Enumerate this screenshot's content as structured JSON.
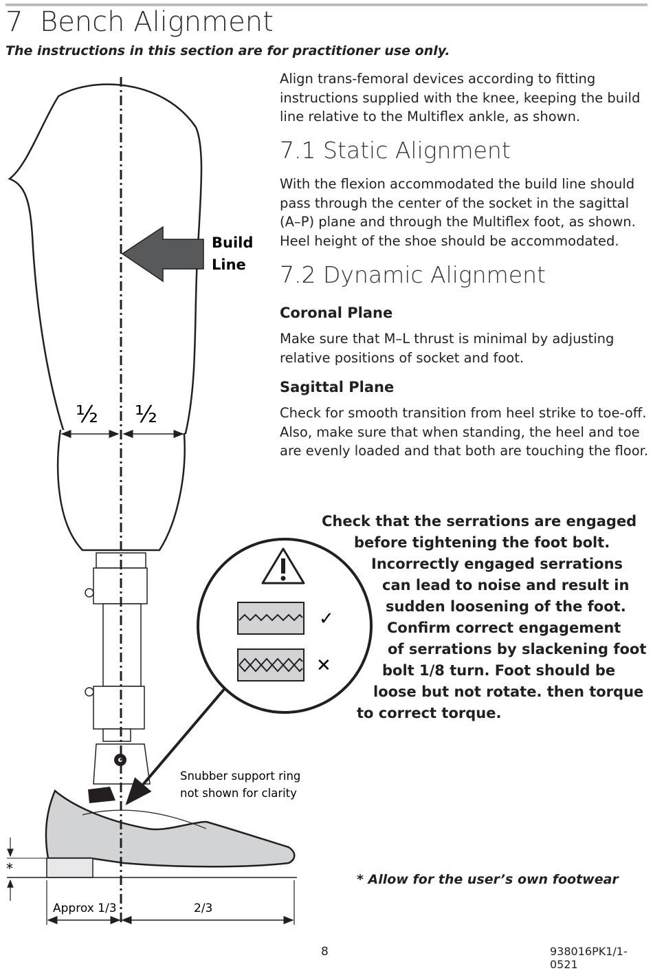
{
  "header": {
    "section_number": "7",
    "section_title": "Bench Alignment",
    "subtitle": "The instructions in this section are for practitioner use only."
  },
  "intro": "Align trans-femoral devices according to fitting instructions supplied with the knee, keeping the build line relative to the Multiflex ankle, as shown.",
  "static_alignment": {
    "number": "7.1",
    "title": "Static Alignment",
    "body": "With the flexion accommodated the build line should pass through the center of the socket in the sagittal (A–P) plane and through the Multiflex foot, as shown. Heel height of the shoe should be accommodated."
  },
  "dynamic_alignment": {
    "number": "7.2",
    "title": "Dynamic Alignment",
    "coronal_heading": "Coronal Plane",
    "coronal_body": "Make sure that M–L thrust is minimal by adjusting relative positions of socket and foot.",
    "sagittal_heading": "Sagittal Plane",
    "sagittal_body": "Check for smooth transition from heel strike to toe-off. Also, make sure that when standing, the heel and toe are evenly loaded and that both are touching the floor."
  },
  "warning_lines": [
    "Check that the serrations are engaged",
    "before tightening the foot bolt.",
    "Incorrectly engaged serrations",
    "can lead to noise and result in",
    "sudden loosening of the foot.",
    "Confirm correct engagement",
    "of serrations by slackening foot",
    "bolt 1/8 turn. Foot should be",
    "loose but not rotate. then torque",
    "to correct torque."
  ],
  "diagram": {
    "build_line_label_1": "Build",
    "build_line_label_2": "Line",
    "half_left": "½",
    "half_right": "½",
    "snubber_note_1": "Snubber support ring",
    "snubber_note_2": "not shown for clarity",
    "heel_marker": "*",
    "approx_label": "Approx 1/3",
    "two_thirds_label": "2/3",
    "check_mark": "✓",
    "cross_mark": "✕",
    "colors": {
      "arrow": "#58595b",
      "shoe": "#d1d3d4",
      "line": "#231f20"
    }
  },
  "footwear_note": "* Allow for the user’s own footwear",
  "footer": {
    "page_number": "8",
    "doc_code": "938016PK1/1-0521"
  }
}
